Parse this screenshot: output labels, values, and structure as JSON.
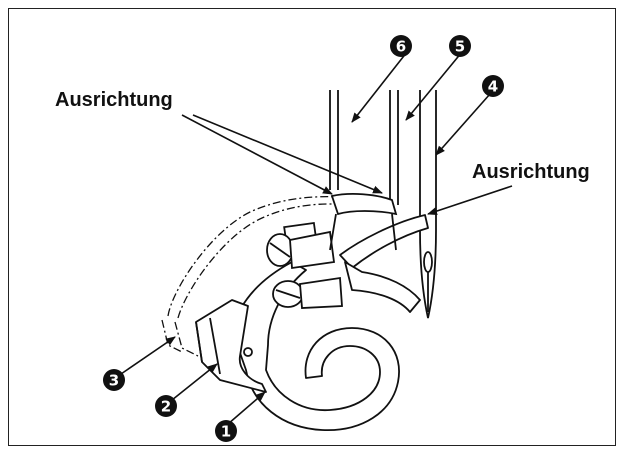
{
  "labels": {
    "alignment_left": "Ausrichtung",
    "alignment_right": "Ausrichtung"
  },
  "callouts": {
    "c1": "1",
    "c2": "2",
    "c3": "3",
    "c4": "4",
    "c5": "5",
    "c6": "6"
  },
  "colors": {
    "line": "#111111",
    "background": "#ffffff"
  }
}
